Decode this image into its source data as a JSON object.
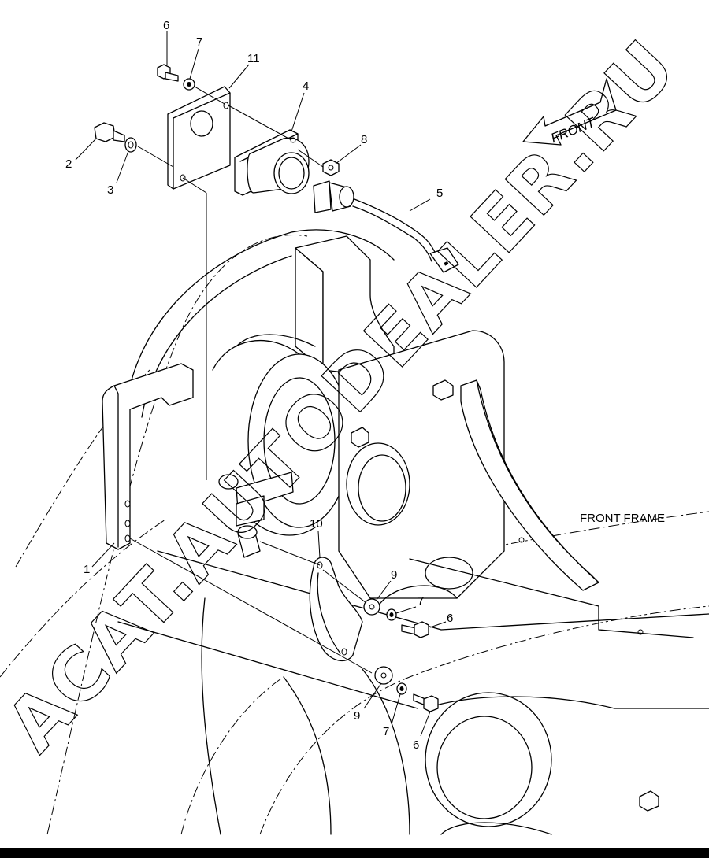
{
  "watermark": "ACAT.AUTODEALER.RU",
  "direction_arrow": {
    "label": "FRONT"
  },
  "frame_label": "FRONT FRAME",
  "callouts": {
    "c1": "1",
    "c2": "2",
    "c3": "3",
    "c4": "4",
    "c5": "5",
    "c6_top": "6",
    "c7_top": "7",
    "c8": "8",
    "c9_upper": "9",
    "c7_mid": "7",
    "c6_mid": "6",
    "c9_lower": "9",
    "c7_lower": "7",
    "c6_lower": "6",
    "c10": "10",
    "c11": "11"
  },
  "colors": {
    "line": "#000000",
    "background": "#ffffff"
  }
}
